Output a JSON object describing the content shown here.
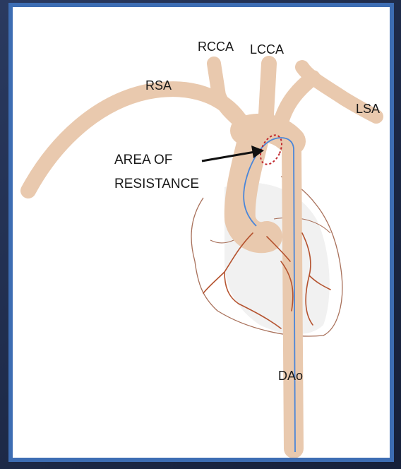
{
  "labels": {
    "rcca": "RCCA",
    "lcca": "LCCA",
    "rsa": "RSA",
    "lsa": "LSA",
    "area_line1": "AREA OF",
    "area_line2": "RESISTANCE",
    "dao": "DAo"
  },
  "colors": {
    "background_outer": "#1f2c4d",
    "frame_border": "#3d6db3",
    "vessel": "#e9c9ae",
    "heart_outline": "#a8705a",
    "coronary": "#b5532f",
    "catheter": "#4a86d9",
    "resistance_marker": "#c0282e"
  }
}
